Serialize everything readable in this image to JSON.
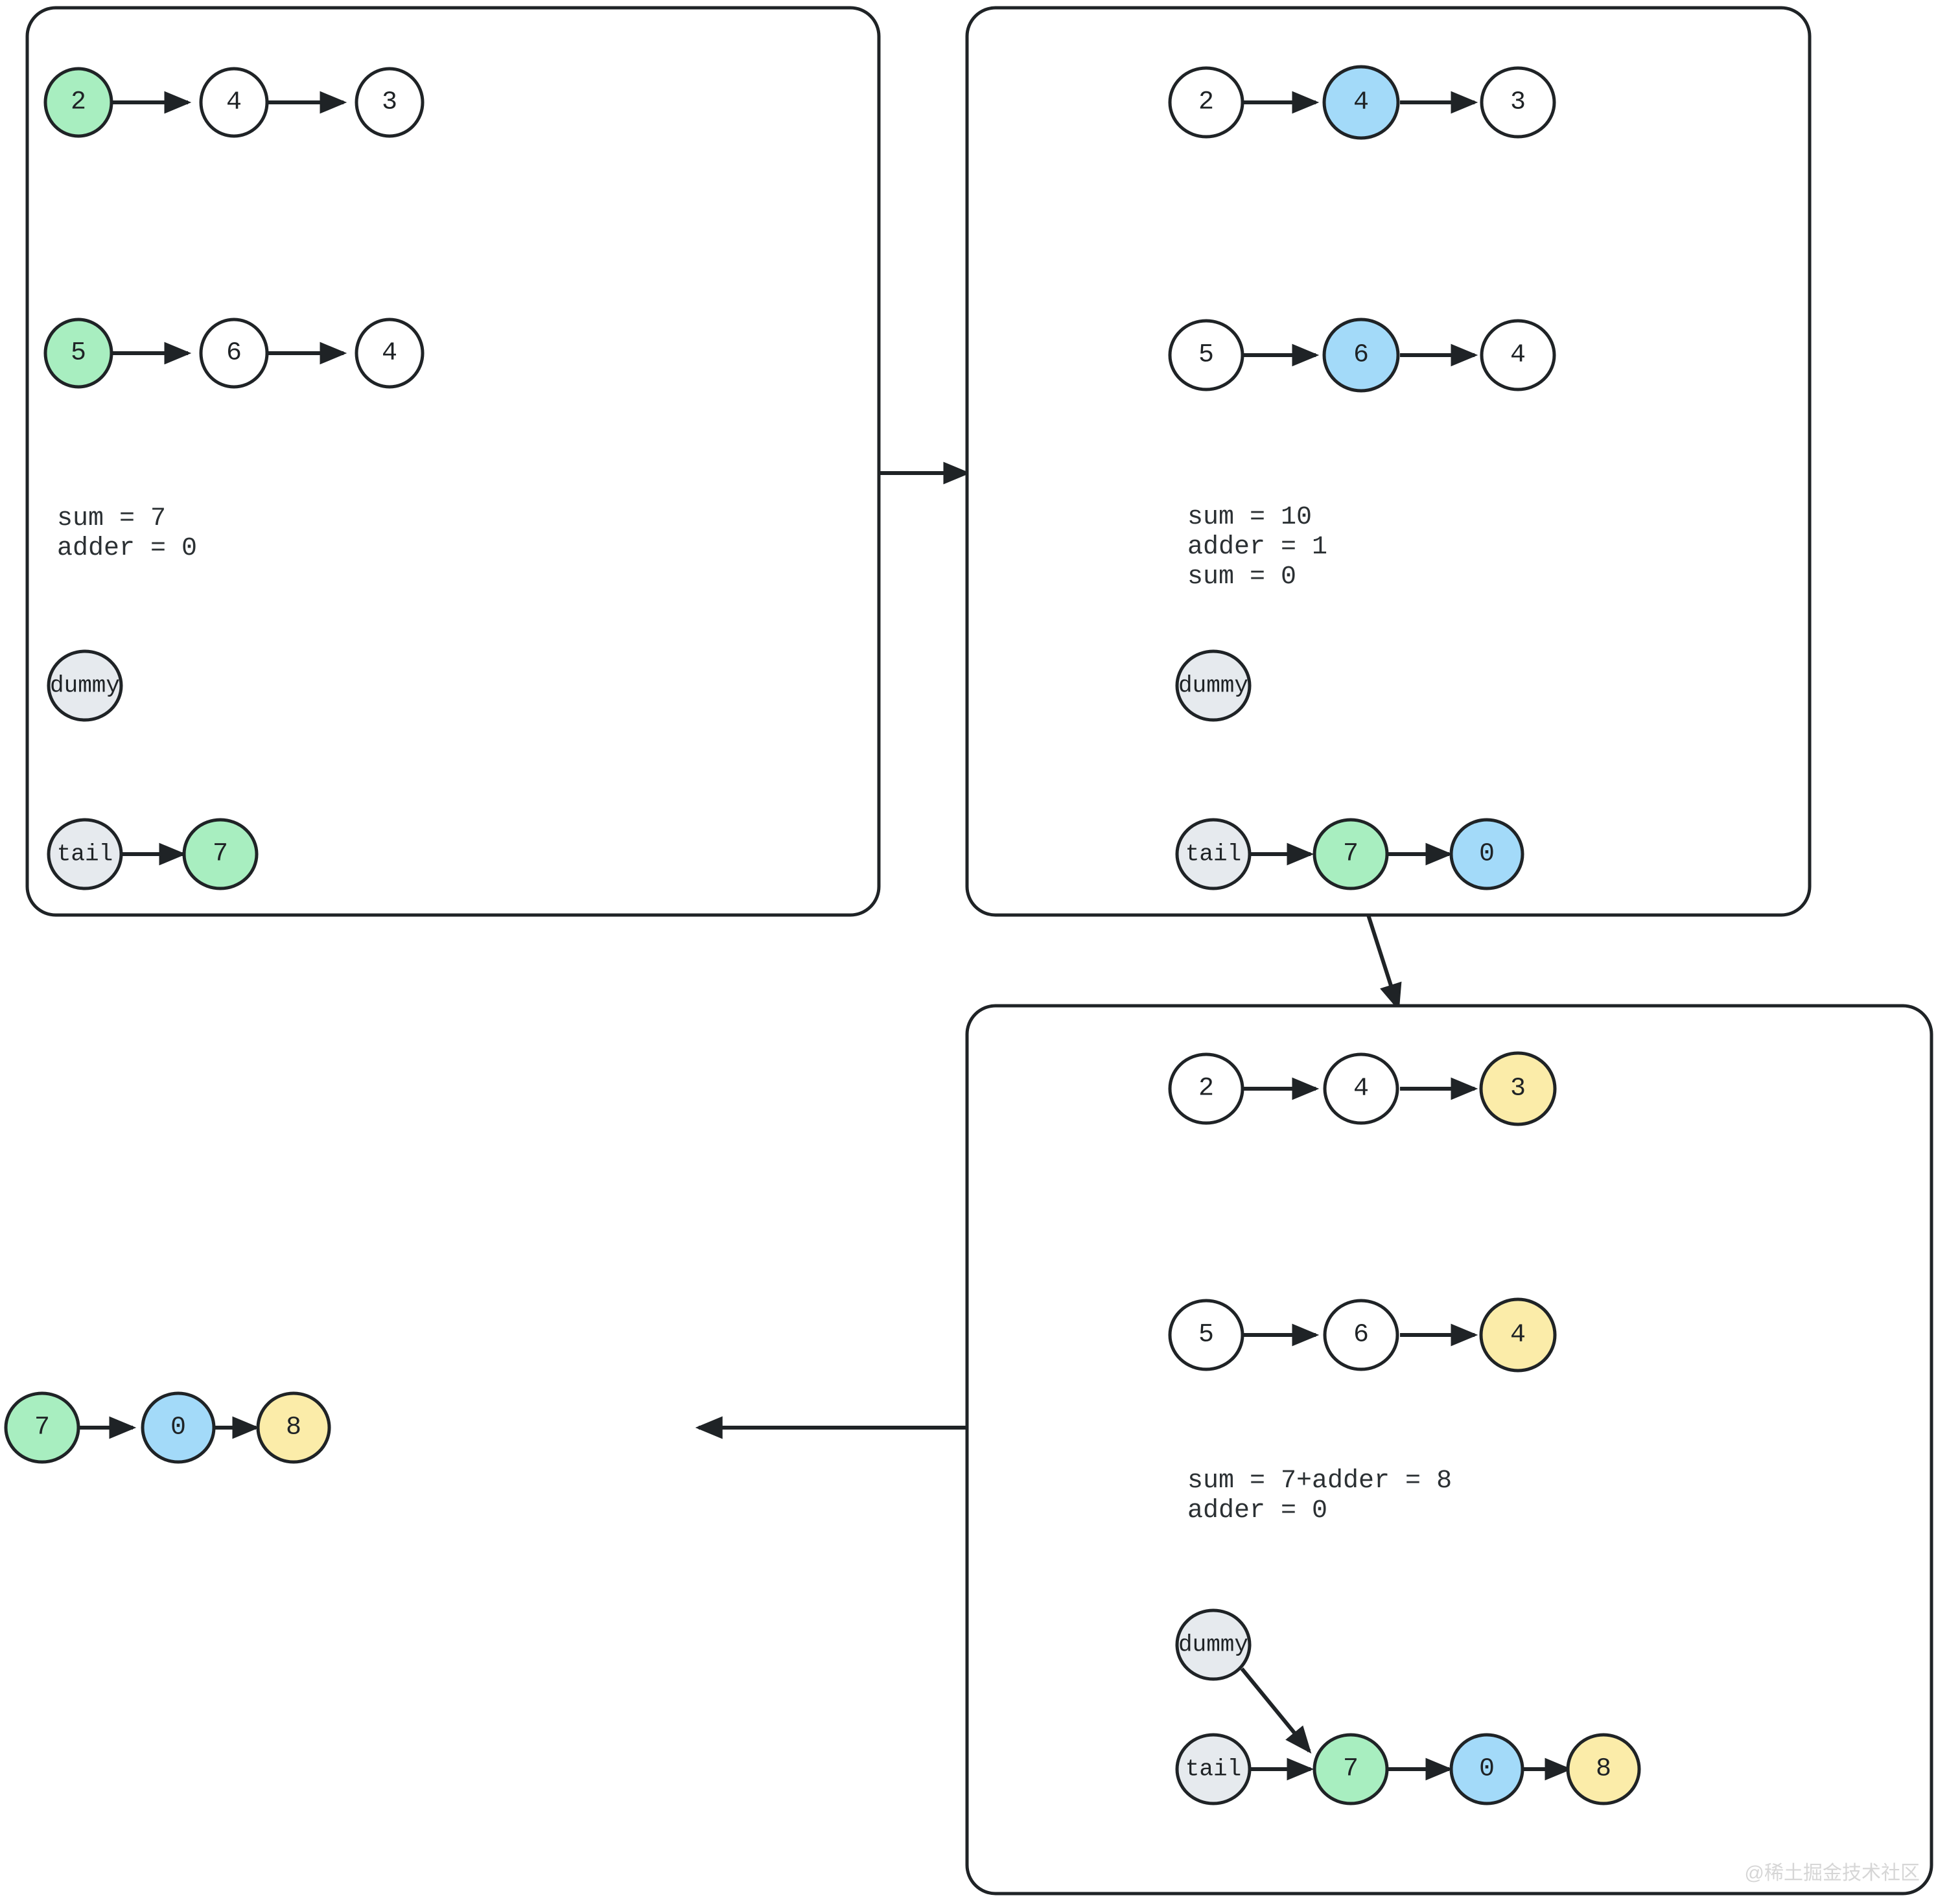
{
  "title": "Linked list addition walkthrough diagram",
  "colors": {
    "green": "#a8eec0",
    "blue": "#a3daf9",
    "yellow": "#fbeca9",
    "gray": "#e6eaee",
    "white": "#ffffff",
    "stroke": "#1f2326",
    "text": "#1f2326",
    "panel_bg": "#ffffff",
    "watermark": "#cfcfcf"
  },
  "watermark": "@稀土掘金技术社区",
  "panels": [
    {
      "id": "panel-1",
      "rows": [
        {
          "id": "row-a",
          "nodes": [
            {
              "label": "2",
              "color": "green"
            },
            {
              "label": "4",
              "color": "white"
            },
            {
              "label": "3",
              "color": "white"
            }
          ]
        },
        {
          "id": "row-b",
          "nodes": [
            {
              "label": "5",
              "color": "green"
            },
            {
              "label": "6",
              "color": "white"
            },
            {
              "label": "4",
              "color": "white"
            }
          ]
        }
      ],
      "code_lines": [
        "sum = 7",
        "adder = 0"
      ],
      "dummy_label": "dummy",
      "tail_label": "tail",
      "tail_nodes": [
        {
          "label": "7",
          "color": "green"
        }
      ],
      "dummy_points_to_tail_chain": false
    },
    {
      "id": "panel-2",
      "rows": [
        {
          "id": "row-a",
          "nodes": [
            {
              "label": "2",
              "color": "white"
            },
            {
              "label": "4",
              "color": "blue"
            },
            {
              "label": "3",
              "color": "white"
            }
          ]
        },
        {
          "id": "row-b",
          "nodes": [
            {
              "label": "5",
              "color": "white"
            },
            {
              "label": "6",
              "color": "blue"
            },
            {
              "label": "4",
              "color": "white"
            }
          ]
        }
      ],
      "code_lines": [
        "sum = 10",
        "adder = 1",
        "sum = 0"
      ],
      "dummy_label": "dummy",
      "tail_label": "tail",
      "tail_nodes": [
        {
          "label": "7",
          "color": "green"
        },
        {
          "label": "0",
          "color": "blue"
        }
      ],
      "dummy_points_to_tail_chain": false
    },
    {
      "id": "panel-3",
      "rows": [
        {
          "id": "row-a",
          "nodes": [
            {
              "label": "2",
              "color": "white"
            },
            {
              "label": "4",
              "color": "white"
            },
            {
              "label": "3",
              "color": "yellow"
            }
          ]
        },
        {
          "id": "row-b",
          "nodes": [
            {
              "label": "5",
              "color": "white"
            },
            {
              "label": "6",
              "color": "white"
            },
            {
              "label": "4",
              "color": "yellow"
            }
          ]
        }
      ],
      "code_lines": [
        "sum = 7+adder = 8",
        "adder = 0"
      ],
      "dummy_label": "dummy",
      "tail_label": "tail",
      "tail_nodes": [
        {
          "label": "7",
          "color": "green"
        },
        {
          "label": "0",
          "color": "blue"
        },
        {
          "label": "8",
          "color": "yellow"
        }
      ],
      "dummy_points_to_tail_chain": true
    }
  ],
  "result_chain": {
    "id": "result-chain",
    "nodes": [
      {
        "label": "7",
        "color": "green"
      },
      {
        "label": "0",
        "color": "blue"
      },
      {
        "label": "8",
        "color": "yellow"
      }
    ]
  },
  "connectors": [
    {
      "id": "panel1-to-panel2",
      "direction": "right"
    },
    {
      "id": "panel2-to-panel3",
      "direction": "down"
    },
    {
      "id": "panel3-to-result",
      "direction": "left"
    }
  ]
}
